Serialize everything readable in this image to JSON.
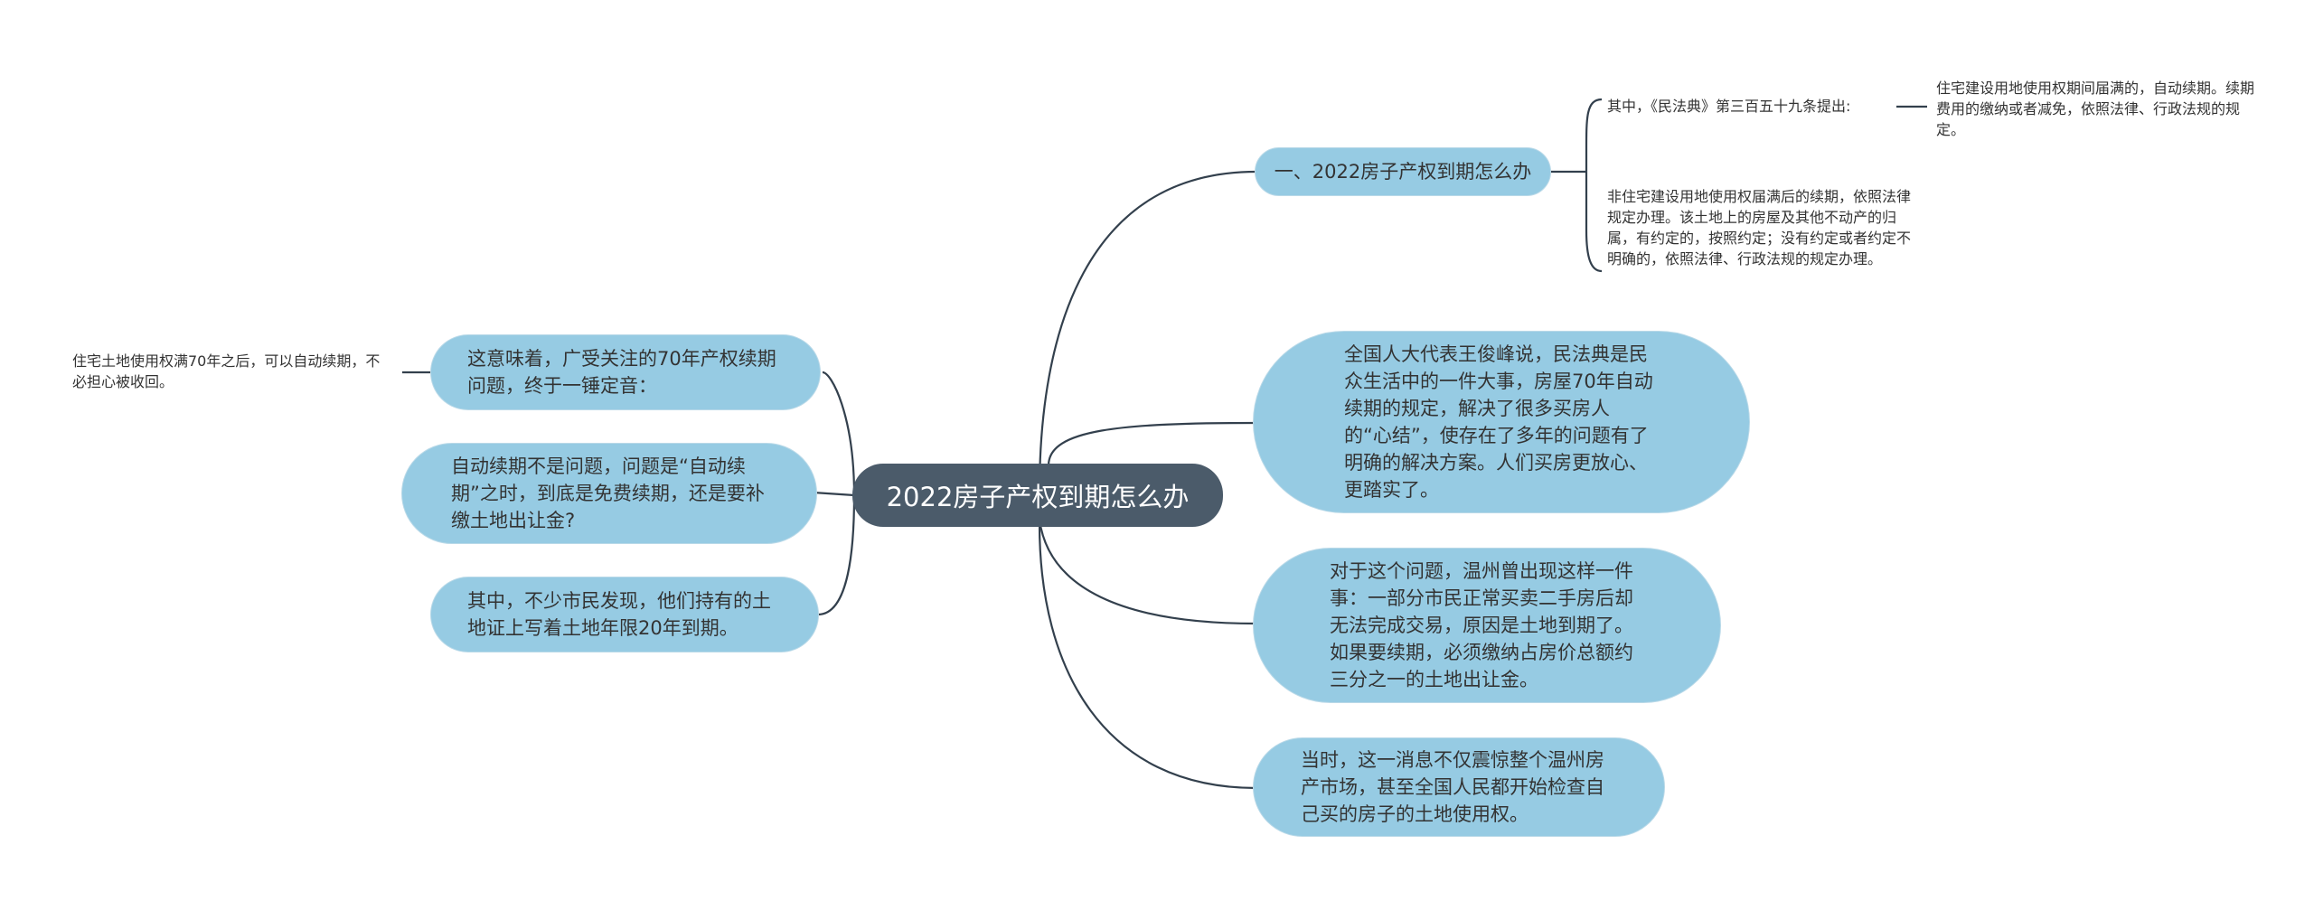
{
  "root": {
    "label": "2022房子产权到期怎么办"
  },
  "right_branches": [
    {
      "label": "一、2022房子产权到期怎么办",
      "children": [
        {
          "label": "其中，《民法典》第三百五十九条提出:",
          "children": [
            {
              "label": "住宅建设用地使用权期间届满的，自动续期。续期费用的缴纳或者减免，依照法律、行政法规的规定。"
            }
          ]
        },
        {
          "label": "非住宅建设用地使用权届满后的续期，依照法律规定办理。该土地上的房屋及其他不动产的归属，有约定的，按照约定；没有约定或者约定不明确的，依照法律、行政法规的规定办理。"
        }
      ]
    },
    {
      "label": "全国人大代表王俊峰说，民法典是民众生活中的一件大事，房屋70年自动续期的规定，解决了很多买房人的“心结”，使存在了多年的问题有了明确的解决方案。人们买房更放心、更踏实了。"
    },
    {
      "label": "对于这个问题，温州曾出现这样一件事：一部分市民正常买卖二手房后却无法完成交易，原因是土地到期了。如果要续期，必须缴纳占房价总额约三分之一的土地出让金。"
    },
    {
      "label": "当时，这一消息不仅震惊整个温州房产市场，甚至全国人民都开始检查自己买的房子的土地使用权。"
    }
  ],
  "left_branches": [
    {
      "label": "这意味着，广受关注的70年产权续期问题，终于一锤定音：",
      "children": [
        {
          "label": "住宅土地使用权满70年之后，可以自动续期，不必担心被收回。"
        }
      ]
    },
    {
      "label": "自动续期不是问题，问题是“自动续期”之时，到底是免费续期，还是要补缴土地出让金?"
    },
    {
      "label": "其中，不少市民发现，他们持有的土地证上写着土地年限20年到期。"
    }
  ],
  "colors": {
    "root_fill": "#4b5b6a",
    "root_text": "#ffffff",
    "branch_fill": "#96cbe3",
    "connector": "#33404d",
    "leaf_text": "#333333"
  }
}
